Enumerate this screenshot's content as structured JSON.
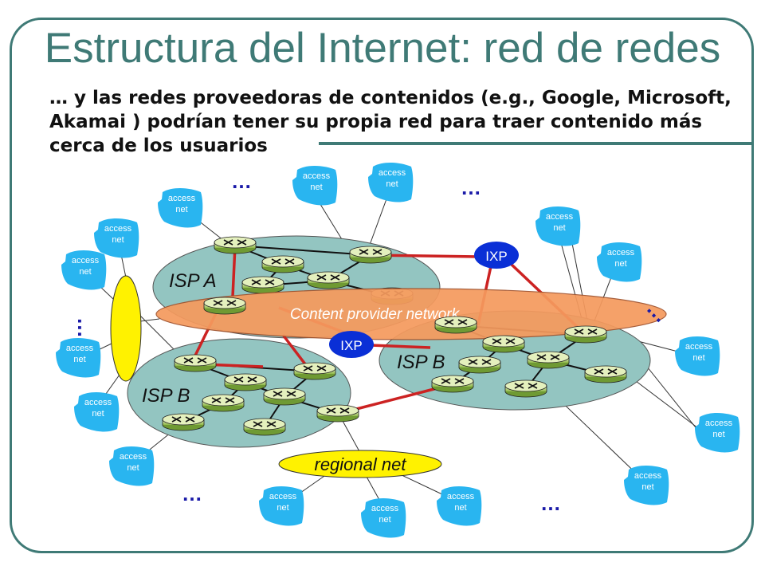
{
  "slide": {
    "title": "Estructura del Internet: red de redes",
    "body": "… y las redes proveedoras de contenidos  (e.g., Google, Microsoft, Akamai ) podrían tener su propia red para traer contenido más cerca de los usuarios"
  },
  "diagram": {
    "isp_a_label": "ISP A",
    "isp_b_left_label": "ISP B",
    "isp_b_right_label": "ISP B",
    "content_provider_label": "Content provider network",
    "ixp_label": "IXP",
    "regional_net_label": "regional net",
    "access_net_line1": "access",
    "access_net_line2": "net",
    "ellipsis": "…"
  },
  "colors": {
    "title": "#3f7a76",
    "isp_cloud": "#93c5c1",
    "content_provider": "#f59a5e",
    "ixp": "#0a2fd6",
    "regional_net": "#fff200",
    "access_net": "#29b5f0",
    "link": "#cc2222"
  }
}
